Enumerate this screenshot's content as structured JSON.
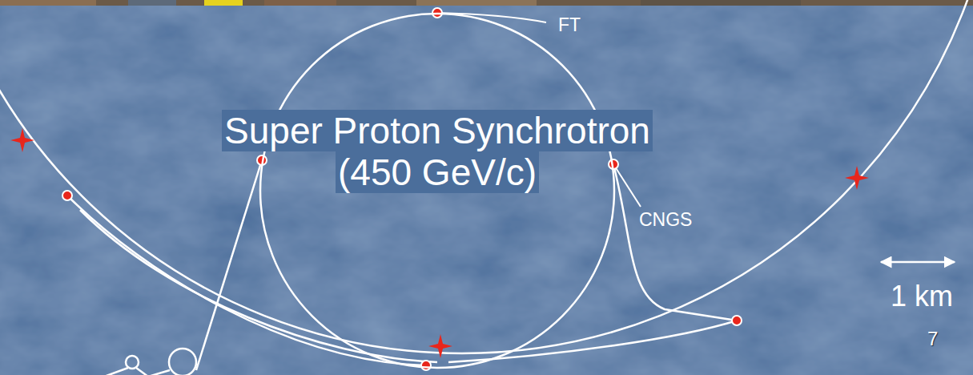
{
  "diagram": {
    "nodes": [
      {
        "text": [
          "Super Proton Synchrotron (450 GeV/c)"
        ]
      }
    ],
    "labels": [
      "FT",
      "CNGS",
      "1 km",
      "7"
    ]
  }
}
